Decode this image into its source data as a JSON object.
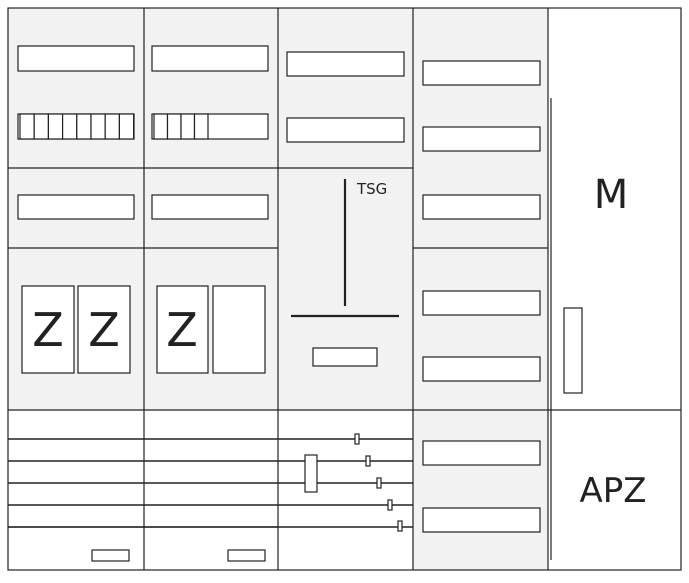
{
  "colors": {
    "line": "#222222",
    "cell_fill": "#f2f2f2",
    "box_fill": "#ffffff",
    "outer_fill": "#ffffff"
  },
  "labels": {
    "tsg": "TSG",
    "meter_1a": "Z",
    "meter_1b": "Z",
    "meter_2a": "Z",
    "m_field": "M",
    "apz_field": "APZ"
  },
  "breaker_row_1": {
    "modules": 8
  },
  "breaker_row_2": {
    "modules": 4
  }
}
